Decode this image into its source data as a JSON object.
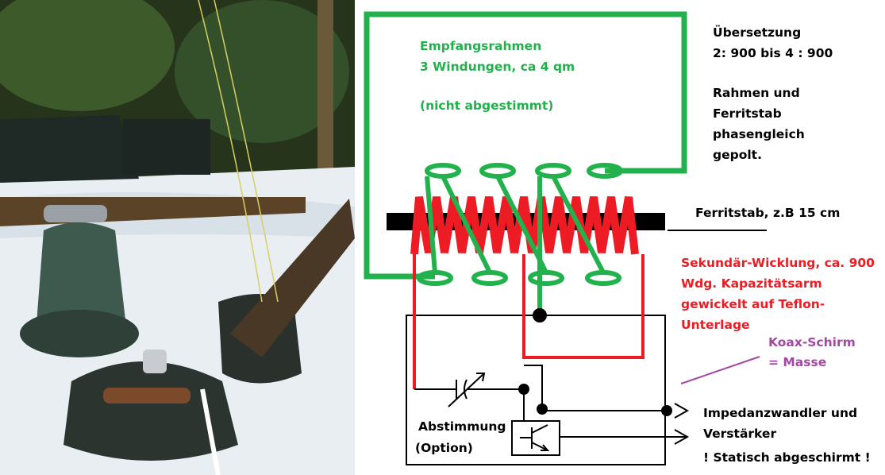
{
  "photo": {
    "caption": ""
  },
  "labels": {
    "frame_title": "Empfangsrahmen",
    "frame_turns": "3 Windungen, ca 4 qm",
    "frame_note": "(nicht abgestimmt)",
    "ratio_title": "Übersetzung",
    "ratio_value": "2: 900 bis 4 : 900",
    "phase_1": "Rahmen und",
    "phase_2": "Ferritstab",
    "phase_3": "phasengleich",
    "phase_4": "gepolt.",
    "ferrite": "Ferritstab, z.B 15 cm",
    "secondary_1": "Sekundär-Wicklung, ca. 900",
    "secondary_2": "Wdg. Kapazitätsarm",
    "secondary_3": "gewickelt auf Teflon-",
    "secondary_4": "Unterlage",
    "shield_1": "Koax-Schirm",
    "shield_2": "= Masse",
    "tuning_1": "Abstimmung",
    "tuning_2": "(Option)",
    "output_1": "Impedanzwandler und",
    "output_2": "Verstärker",
    "output_3": "! Statisch abgeschirmt !"
  },
  "colors": {
    "frame": "#22b14c",
    "secondary": "#ed1c24",
    "shield": "#a349a4",
    "ferrite": "#000000"
  }
}
